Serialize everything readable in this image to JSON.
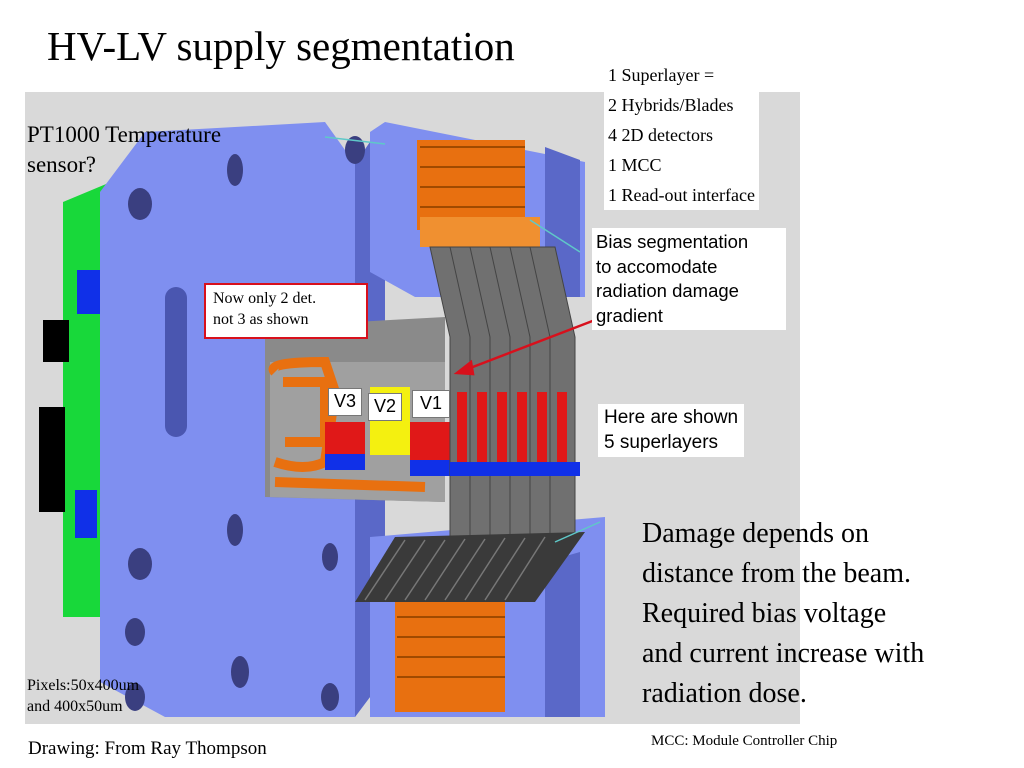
{
  "title": "HV-LV supply segmentation",
  "legend": [
    "1 Superlayer  =",
    "2 Hybrids/Blades",
    "4   2D detectors",
    "1 MCC",
    "1 Read-out interface"
  ],
  "labels": {
    "temperature_sensor": [
      "PT1000 Temperature",
      "sensor?"
    ],
    "callout": [
      "Now only 2 det.",
      "not 3 as shown"
    ],
    "bias": [
      "Bias segmentation",
      "to accomodate",
      "radiation damage",
      "gradient"
    ],
    "superlayers_shown": [
      "Here are shown",
      "5 superlayers"
    ],
    "v3": "V3",
    "v2": "V2",
    "v1": "V1",
    "pixels": [
      "Pixels:50x400um",
      "and 400x50um"
    ]
  },
  "damage_text": [
    "Damage depends on",
    "distance from the beam.",
    "Required bias voltage",
    "and current increase with",
    "radiation dose."
  ],
  "credit": "Drawing: From Ray Thompson",
  "mcc_note": "MCC: Module Controller Chip",
  "colors": {
    "frame_blue": "#7f8ff0",
    "frame_shadow": "#5a68c8",
    "pcb_green": "#18d83a",
    "connector_blue": "#1030e8",
    "hybrid_orange": "#e87010",
    "sensor_red": "#e01818",
    "sensor_yellow": "#f4f010",
    "blade_gray": "#707070",
    "arrow_red": "#d8101c"
  }
}
